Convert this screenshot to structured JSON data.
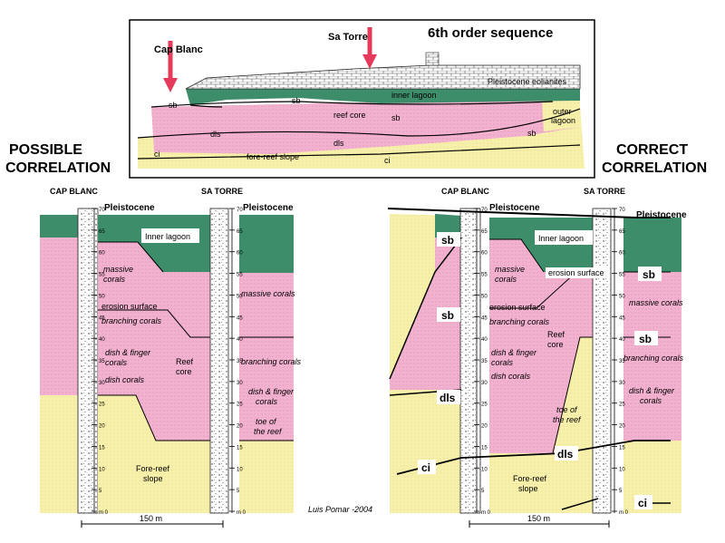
{
  "top": {
    "title": "6th order sequence",
    "cap_blanc": "Cap Blanc",
    "sa_torre": "Sa Torre",
    "eolianites": "Pleistocene eolianites",
    "inner_lagoon": "inner lagoon",
    "reef_core": "reef core",
    "outer_lagoon_1": "outer",
    "outer_lagoon_2": "lagoon",
    "fore_reef": "fore-reef slope",
    "sb": "sb",
    "dls": "dls",
    "ci": "ci"
  },
  "left_title_1": "POSSIBLE",
  "left_title_2": "CORRELATION",
  "right_title_1": "CORRECT",
  "right_title_2": "CORRELATION",
  "left_panel": {
    "cap_blanc": "CAP BLANC",
    "sa_torre": "SA TORRE",
    "pleistocene_1": "Pleistocene",
    "pleistocene_2": "Pleistocene",
    "inner_lagoon": "Inner lagoon",
    "massive_corals_a1": "massive",
    "massive_corals_a2": "corals",
    "erosion": "erosion surface",
    "branching": "branching corals",
    "dish_finger_1": "dish & finger",
    "dish_finger_2": "corals",
    "dish_corals": "dish corals",
    "reef_core_1": "Reef",
    "reef_core_2": "core",
    "massive_corals_b": "massive corals",
    "branching_b": "branching corals",
    "dish_finger_b1": "dish & finger",
    "dish_finger_b2": "corals",
    "toe_1": "toe of",
    "toe_2": "the reef",
    "fore_reef_1": "Fore-reef",
    "fore_reef_2": "slope",
    "scale": "150 m"
  },
  "right_panel": {
    "cap_blanc": "CAP BLANC",
    "sa_torre": "SA TORRE",
    "pleistocene_1": "Pleistocene",
    "pleistocene_2": "Pleistocene",
    "inner_lagoon": "Inner lagoon",
    "massive_corals_a1": "massive",
    "massive_corals_a2": "corals",
    "erosion_1": "erosion surface",
    "erosion_2": "erosion surface",
    "branching": "branching corals",
    "dish_finger_1": "dish & finger",
    "dish_finger_2": "corals",
    "dish_corals": "dish corals",
    "reef_core_1": "Reef",
    "reef_core_2": "core",
    "massive_corals_b": "massive corals",
    "branching_b": "branching corals",
    "dish_finger_b1": "dish & finger",
    "dish_finger_b2": "corals",
    "toe_1": "toe of",
    "toe_2": "the reef",
    "fore_reef_1": "Fore-reef",
    "fore_reef_2": "slope",
    "sb": "sb",
    "dls": "dls",
    "ci": "ci",
    "scale": "150 m"
  },
  "depth_ticks": [
    "70",
    "65",
    "60",
    "55",
    "50",
    "45",
    "40",
    "35",
    "30",
    "25",
    "20",
    "15",
    "10",
    "5",
    "m 0"
  ],
  "credit": "Luis Pomar -2004",
  "colors": {
    "green": "#3d8c6a",
    "pink": "#f2b2cf",
    "yellow": "#f7f0aa",
    "arrow": "#e63a5a"
  }
}
